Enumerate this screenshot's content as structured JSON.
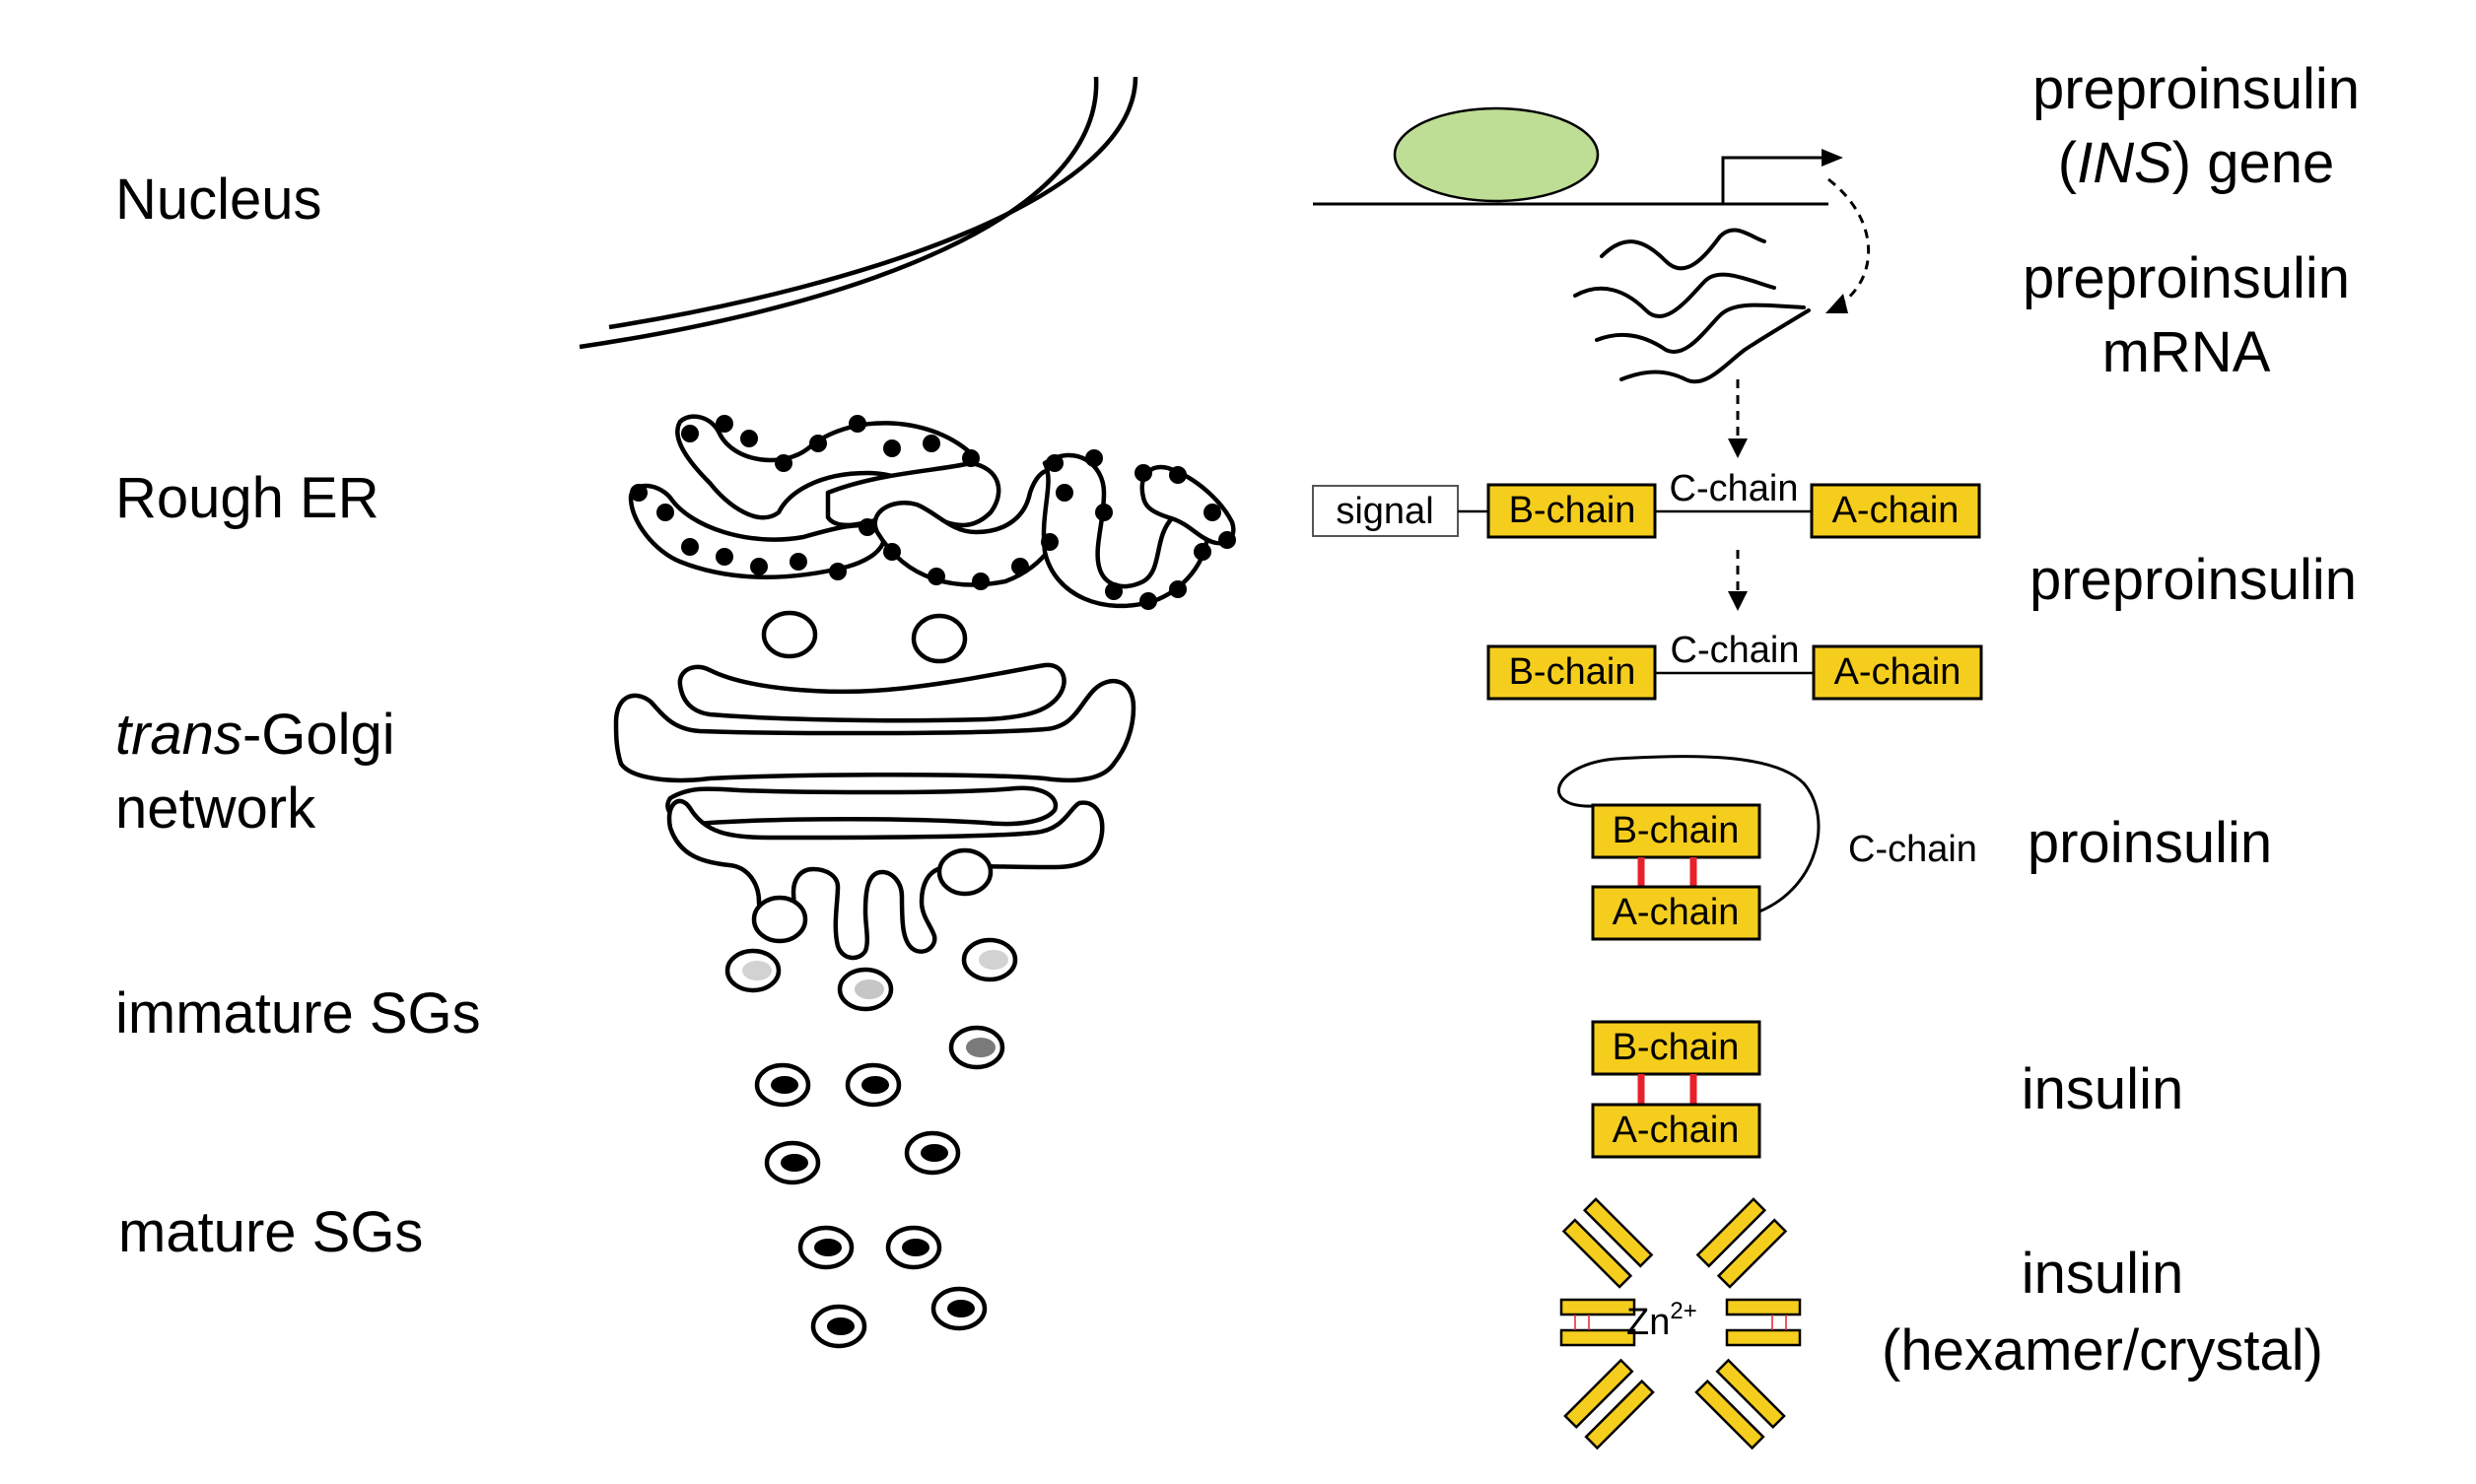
{
  "left_labels": {
    "nucleus": "Nucleus",
    "rough_er": "Rough ER",
    "trans_golgi_italic": "trans",
    "trans_golgi_rest": "-Golgi",
    "network": "network",
    "immature_sgs": "immature SGs",
    "mature_sgs": "mature SGs"
  },
  "right_labels": {
    "gene_line1": "preproinsulin",
    "gene_open": "(",
    "gene_italic": "INS",
    "gene_close": ") gene",
    "mrna_line1": "preproinsulin",
    "mrna_line2": "mRNA",
    "preproinsulin": "preproinsulin",
    "proinsulin": "proinsulin",
    "insulin": "insulin",
    "hexamer_line1": "insulin",
    "hexamer_line2": "(hexamer/crystal)"
  },
  "chains": {
    "signal": "signal",
    "b_chain": "B-chain",
    "c_chain": "C-chain",
    "a_chain": "A-chain"
  },
  "zinc": {
    "symbol": "Zn",
    "charge": "2+"
  },
  "colors": {
    "chain_fill": "#F5CD1D",
    "disulfide_bond": "#E8202A",
    "promoter_fill": "#BEDD95"
  }
}
